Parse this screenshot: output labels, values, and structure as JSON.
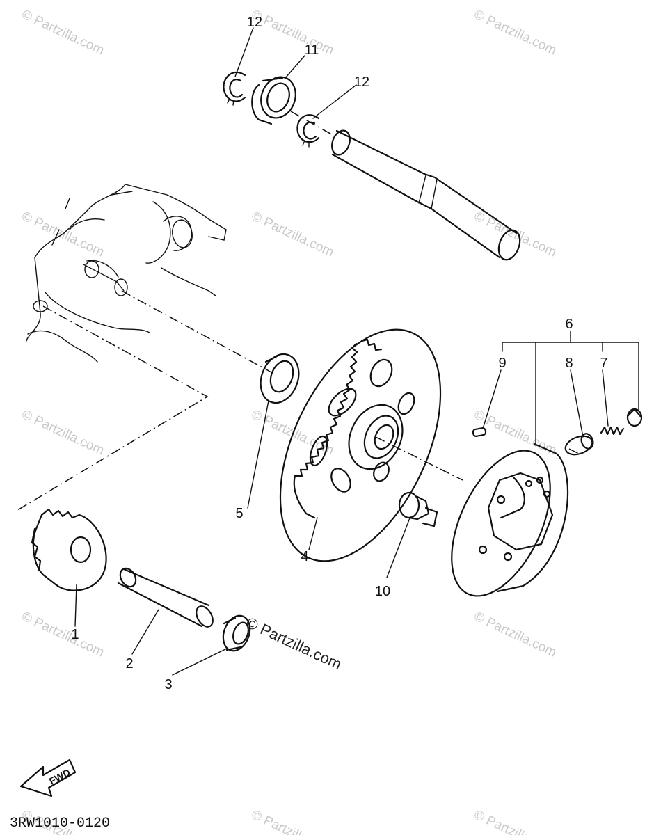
{
  "diagram": {
    "part_code": "3RW1010-0120",
    "fwd_label": "FWD",
    "watermark": "© Partzilla.com",
    "callouts": [
      {
        "id": "c1",
        "text": "1"
      },
      {
        "id": "c2",
        "text": "2"
      },
      {
        "id": "c3",
        "text": "3"
      },
      {
        "id": "c4",
        "text": "4"
      },
      {
        "id": "c5",
        "text": "5"
      },
      {
        "id": "c6",
        "text": "6"
      },
      {
        "id": "c7",
        "text": "7"
      },
      {
        "id": "c8",
        "text": "8"
      },
      {
        "id": "c9",
        "text": "9"
      },
      {
        "id": "c10",
        "text": "10"
      },
      {
        "id": "c11",
        "text": "11"
      },
      {
        "id": "c12a",
        "text": "12"
      },
      {
        "id": "c12b",
        "text": "12"
      }
    ]
  }
}
